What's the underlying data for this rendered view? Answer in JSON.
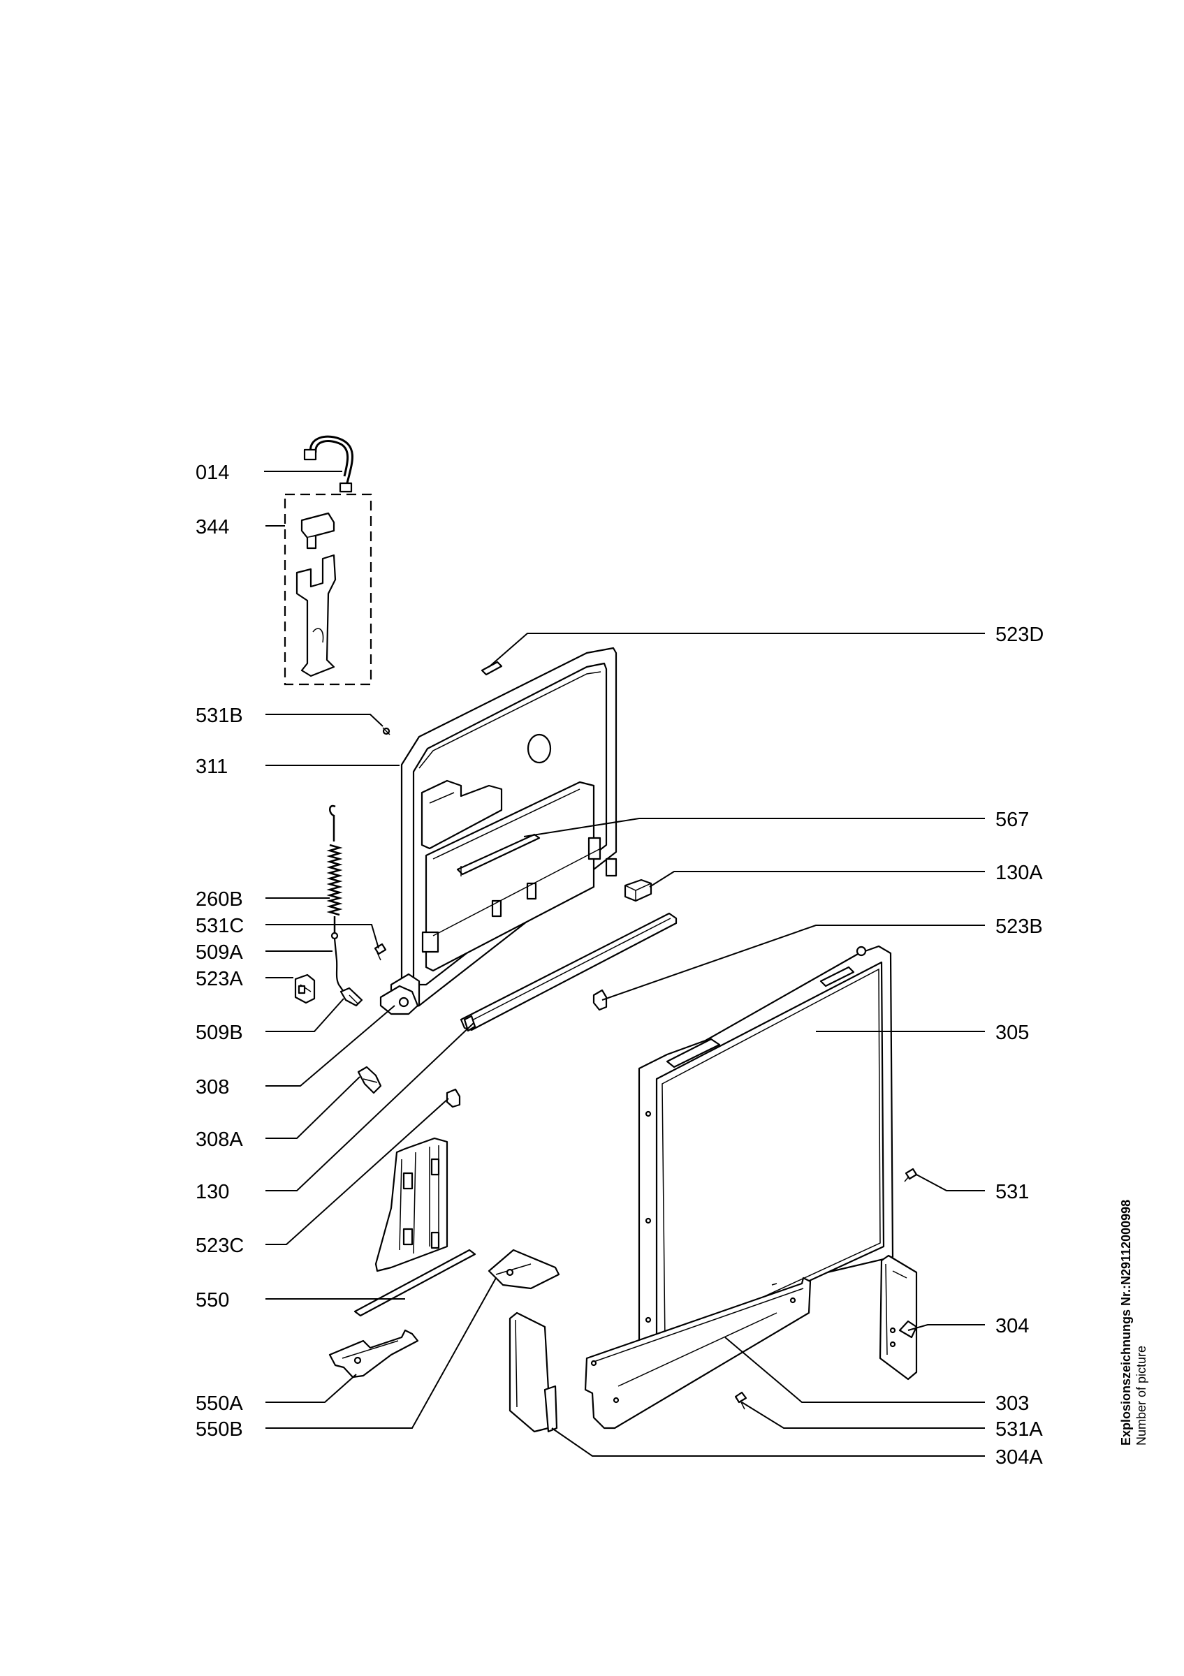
{
  "labels_left": [
    "014",
    "344",
    "531B",
    "311",
    "260B",
    "531C",
    "509A",
    "523A",
    "509B",
    "308",
    "308A",
    "130",
    "523C",
    "550",
    "550A",
    "550B"
  ],
  "labels_right": [
    "523D",
    "567",
    "130A",
    "523B",
    "305",
    "531",
    "304",
    "303",
    "531A",
    "304A"
  ],
  "side_note": {
    "line1": "Explosionszeichnungs Nr.:N29112000998",
    "line2": "Number of picture"
  }
}
